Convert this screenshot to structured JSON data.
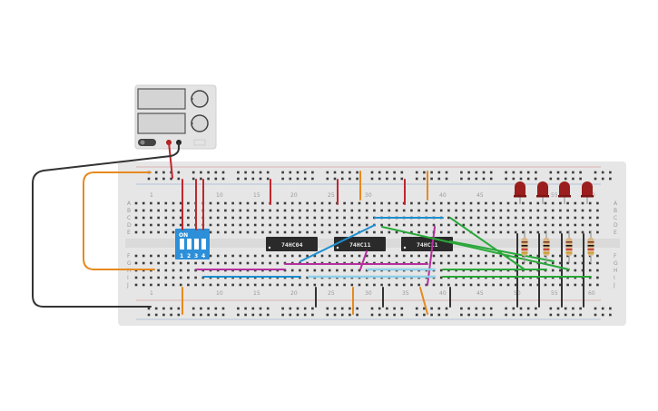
{
  "breadboard": {
    "column_labels_top": [
      "1",
      "10",
      "15",
      "20",
      "25",
      "30",
      "40",
      "45",
      "50",
      "55",
      "60"
    ],
    "column_labels_bottom": [
      "1",
      "10",
      "15",
      "20",
      "25",
      "30",
      "35",
      "40",
      "45",
      "50",
      "55",
      "60"
    ],
    "row_labels_top": [
      "A",
      "B",
      "C",
      "D",
      "E"
    ],
    "row_labels_bottom": [
      "F",
      "G",
      "H",
      "I",
      "J"
    ]
  },
  "chips": [
    {
      "label": "74HC04"
    },
    {
      "label": "74HC11"
    },
    {
      "label": "74HC11"
    }
  ],
  "dip_switch": {
    "label": "ON",
    "positions": [
      "1",
      "2",
      "3",
      "4"
    ]
  },
  "colors": {
    "wire_red": "#c0272d",
    "wire_orange": "#e68a1e",
    "wire_black": "#333333",
    "wire_blue": "#1e8fd1",
    "wire_magenta": "#b5309e",
    "wire_green": "#2aa83a",
    "dip_switch": "#2c8fd8",
    "led": "#9b1d1d",
    "chip": "#2a2a2a",
    "board": "#e6e6e6"
  }
}
